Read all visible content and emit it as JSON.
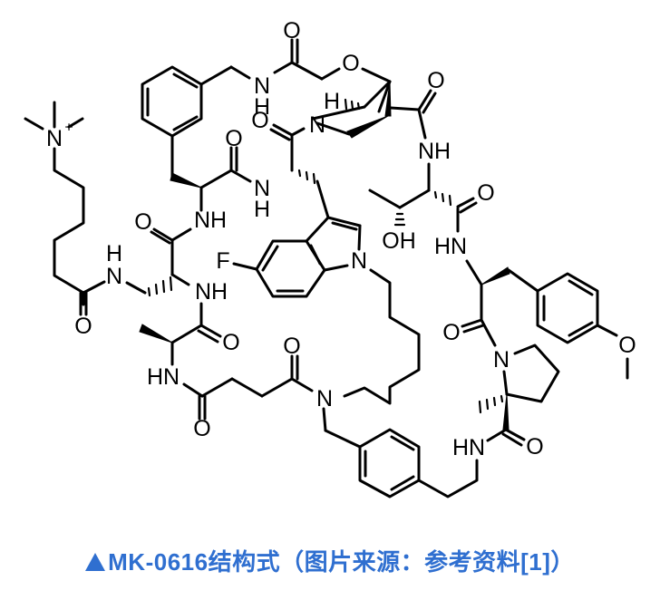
{
  "figure": {
    "type": "chemical-structure",
    "compound_name": "MK-0616",
    "caption": {
      "marker": "▲",
      "text": "MK-0616结构式（图片来源：参考资料[1]）",
      "color": "#2f6fd0"
    }
  },
  "atoms": {
    "n_plus": "N",
    "plus_charge": "+",
    "amide_nh_tail": "H",
    "amide_n_tail": "N",
    "o_tail": "O",
    "nh_dap": "NH",
    "o_dap": "O",
    "nh_phe": "NH",
    "o_phe": "O",
    "n_h_top_left": "N",
    "h_top_left": "H",
    "o_top_carbonyl": "O",
    "o_ether": "O",
    "h_bicyclic": "H",
    "n_bicyclic": "N",
    "o_bicyclic_carbonyl": "O",
    "o_bicyclic_ester": "O",
    "nh_thr": "NH",
    "o_thr": "O",
    "oh_thr": "OH",
    "n_h_trp": "N",
    "h_trp": "H",
    "o_trp_carbonyl": "O",
    "f_indole": "F",
    "n_indole": "N",
    "hn_tyr": "HN",
    "o_tyr": "O",
    "n_pro": "N",
    "o_methoxy": "O",
    "hn_pro": "HN",
    "o_pro": "O",
    "o_ala": "O",
    "hn_ala": "HN",
    "o_succ1": "O",
    "o_succ2": "O",
    "n_tertiary": "N"
  }
}
